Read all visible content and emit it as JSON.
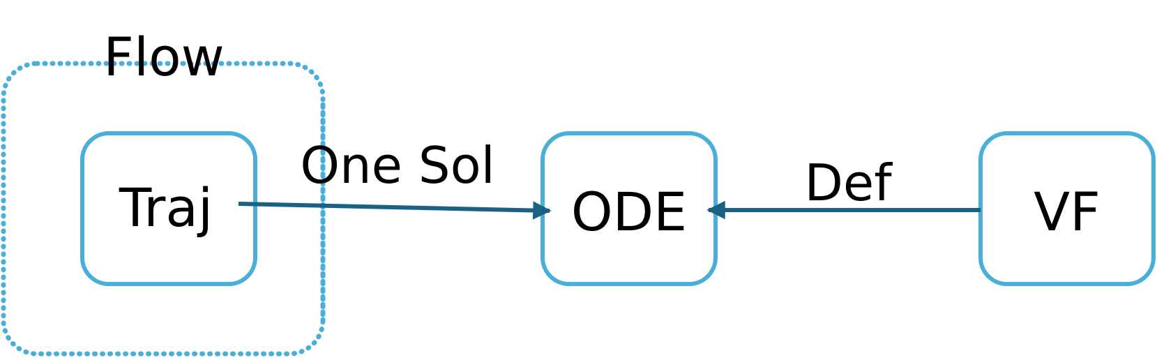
{
  "diagram": {
    "colors": {
      "node_border": "#4aaedb",
      "group_border": "#4aaedb",
      "arrow": "#1a6283",
      "text": "#000000",
      "background": "#ffffff"
    },
    "group": {
      "label": "Flow",
      "style": "dotted"
    },
    "nodes": {
      "traj": {
        "label": "Traj"
      },
      "ode": {
        "label": "ODE"
      },
      "vf": {
        "label": "VF"
      }
    },
    "edges": {
      "traj_to_ode": {
        "label": "One Sol",
        "from": "Traj",
        "to": "ODE"
      },
      "vf_to_ode": {
        "label": "Def",
        "from": "VF",
        "to": "ODE"
      }
    }
  }
}
